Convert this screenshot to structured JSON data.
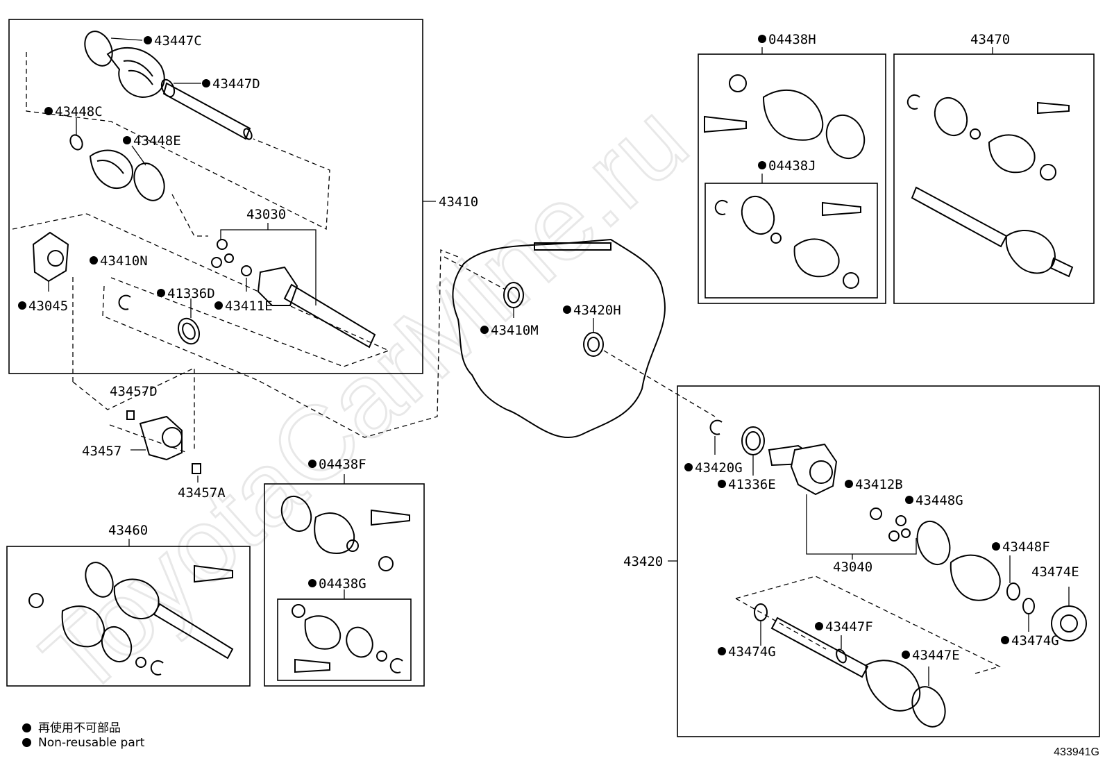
{
  "labels": {
    "l43447C": "43447C",
    "l43447D": "43447D",
    "l43448C": "43448C",
    "l43448E": "43448E",
    "l43410": "43410",
    "l43030": "43030",
    "l43410N": "43410N",
    "l41336D": "41336D",
    "l43411E": "43411E",
    "l43045": "43045",
    "l43457D": "43457D",
    "l43457": "43457",
    "l43457A": "43457A",
    "l43460": "43460",
    "l04438F": "04438F",
    "l04438G": "04438G",
    "l43410M": "43410M",
    "l43420H": "43420H",
    "l04438H": "04438H",
    "l04438J": "04438J",
    "l43470": "43470",
    "l43420G": "43420G",
    "l41336E": "41336E",
    "l43412B": "43412B",
    "l43448G": "43448G",
    "l43040": "43040",
    "l43448F": "43448F",
    "l43474E": "43474E",
    "l43420": "43420",
    "l43474G_left": "43474G",
    "l43447F": "43447F",
    "l43447E": "43447E",
    "l43474G_right": "43474G"
  },
  "legend": {
    "line1": "再使用不可部品",
    "line2": "Non-reusable part"
  },
  "watermark": "ToyotaCarMine.ru",
  "reference": "433941G",
  "colors": {
    "ink": "#000000",
    "watermark": "#e6e6e6"
  }
}
